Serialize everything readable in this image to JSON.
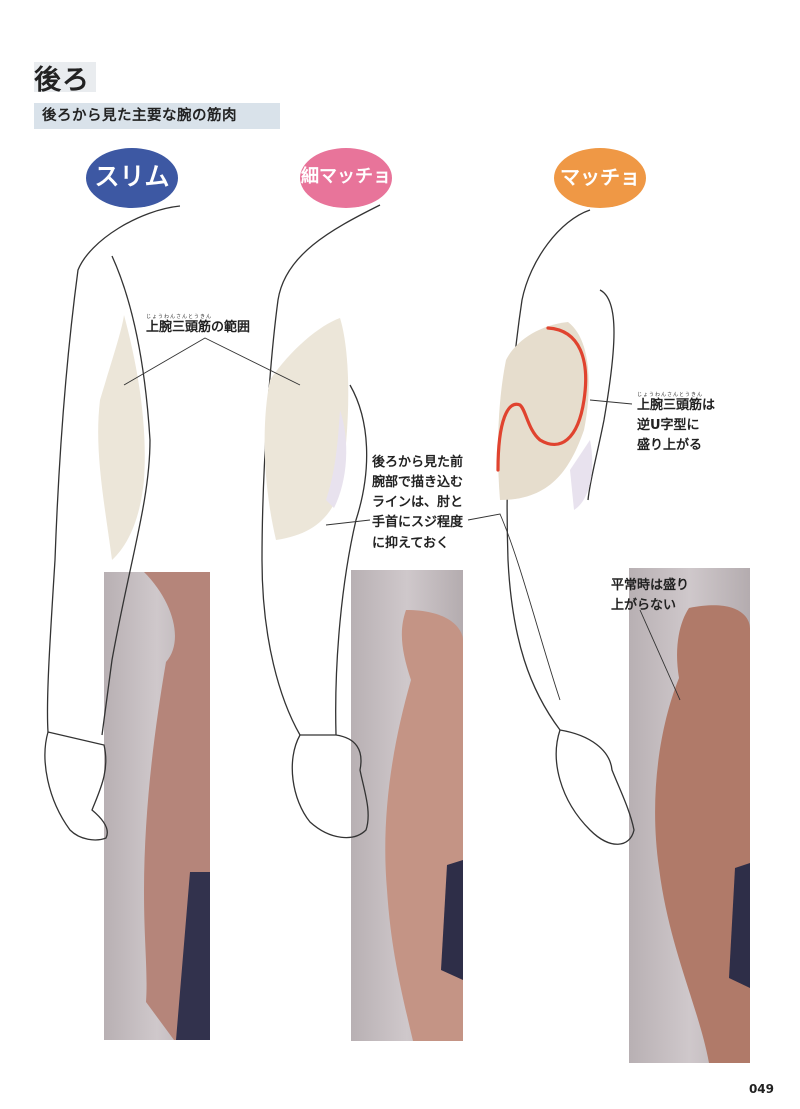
{
  "page": {
    "title": "後ろ",
    "subtitle": "後ろから見た主要な腕の筋肉",
    "page_number": "049"
  },
  "badges": {
    "slim": "スリム",
    "thin_macho": "細マッチョ",
    "macho": "マッチョ"
  },
  "annotations": {
    "triceps_range": "上腕三頭筋の範囲",
    "triceps_range_ruby": "じょうわんさんとうきん",
    "forearm_note": [
      "後ろから見た前",
      "腕部で描き込む",
      "ラインは、肘と",
      "手首にスジ程度",
      "に抑えておく"
    ],
    "triceps_u": [
      "上腕三頭筋は",
      "逆U字型に",
      "盛り上がる"
    ],
    "triceps_u_ruby": "じょうわんさんとうきん",
    "normal_state": [
      "平常時は盛り",
      "上がらない"
    ]
  },
  "colors": {
    "slim": "#3d58a3",
    "thin_macho": "#e8749a",
    "macho": "#ef9845",
    "muscle_fill": "#ece6d9",
    "u_line": "#e0432f"
  }
}
